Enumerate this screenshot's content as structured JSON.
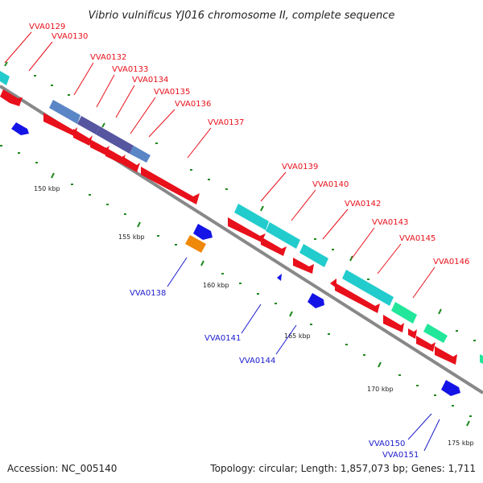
{
  "title": "Vibrio vulnificus YJ016 chromosome II, complete sequence",
  "footer": {
    "accession": "Accession: NC_005140",
    "topology": "Topology: circular; Length: 1,857,073 bp; Genes: 1,711"
  },
  "colors": {
    "forward_gene": "#e8101b",
    "reverse_gene": "#1414e6",
    "orange_gene": "#f0880a",
    "cyan_feature": "#22cccc",
    "green_feature": "#22e69a",
    "steelblue_feature": "#5a86c6",
    "slate_feature": "#5555a0",
    "backbone": "#888888",
    "tick": "#1f8a1f"
  },
  "scale_labels": [
    "150 kbp",
    "155 kbp",
    "160 kbp",
    "165 kbp",
    "170 kbp",
    "175 kbp"
  ],
  "gene_labels_top": [
    "VVA0129",
    "VVA0130",
    "VVA0132",
    "VVA0133",
    "VVA0134",
    "VVA0135",
    "VVA0136",
    "VVA0137",
    "VVA0139",
    "VVA0140",
    "VVA0142",
    "VVA0143",
    "VVA0145",
    "VVA0146"
  ],
  "gene_labels_bottom": [
    "VVA0138",
    "VVA0141",
    "VVA0144",
    "VVA0150",
    "VVA0151"
  ]
}
